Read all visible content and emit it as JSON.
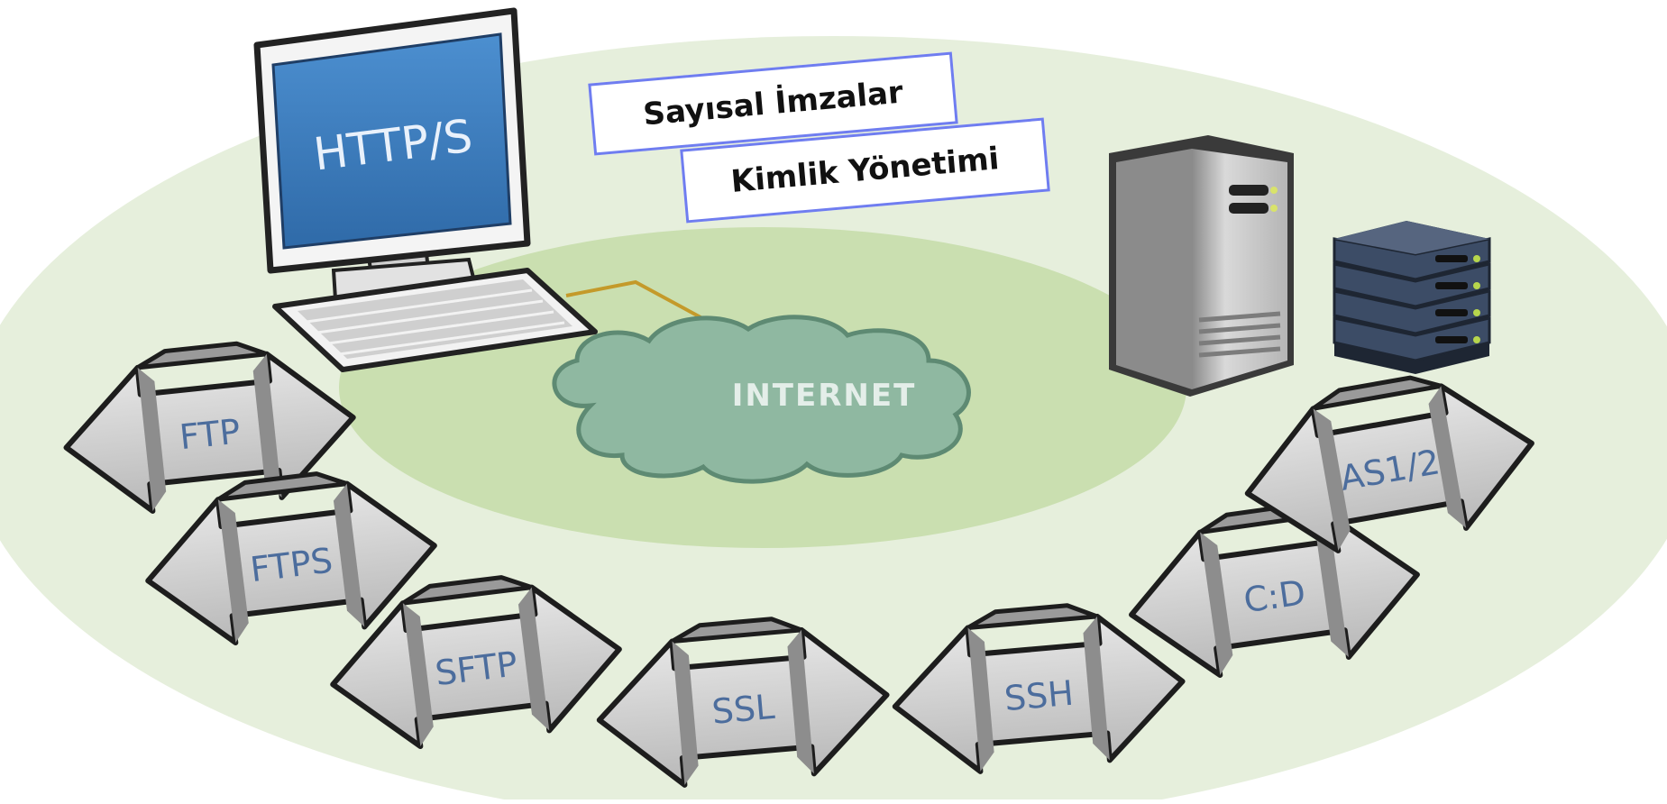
{
  "monitor_label": "HTTP/S",
  "labels": {
    "digital_signatures": "Sayısal İmzalar",
    "identity_management": "Kimlik Yönetimi"
  },
  "cloud_label": "INTERNET",
  "protocols": [
    "FTP",
    "FTPS",
    "SFTP",
    "SSL",
    "SSH",
    "C:D",
    "AS1/2"
  ],
  "colors": {
    "outer_ring": "#e6efdc",
    "inner_ring": "#cadfb0",
    "cloud": "#8fb8a1",
    "monitor_screen": "#3f7fbf",
    "protocol_text": "#4c6d9d",
    "label_border": "#6f7df0",
    "cable": "#c49a2a"
  }
}
